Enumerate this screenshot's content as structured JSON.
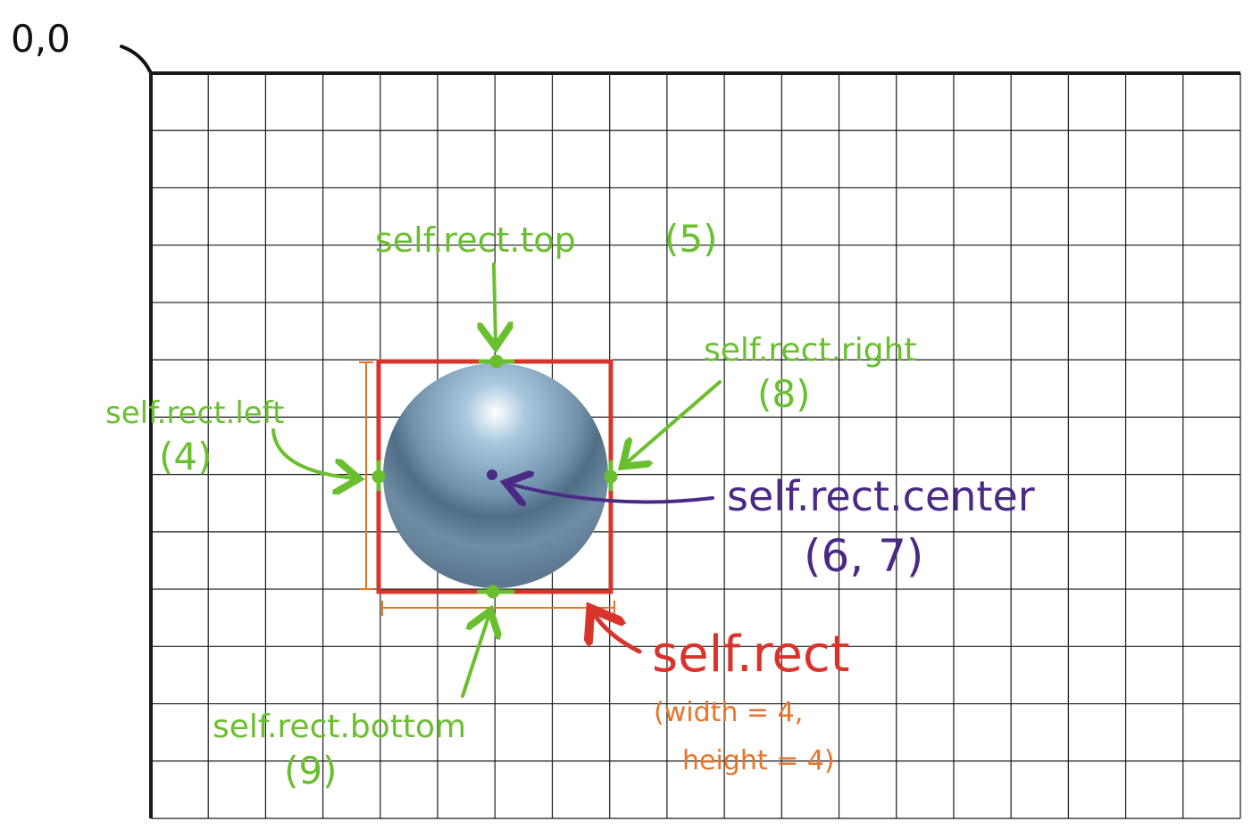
{
  "origin_label": "0,0",
  "grid": {
    "cols": 19,
    "rows": 13
  },
  "labels": {
    "top": {
      "text": "self.rect.top",
      "value": "(5)"
    },
    "left": {
      "text": "self.rect.left",
      "value": "(4)"
    },
    "right": {
      "text": "self.rect.right",
      "value": "(8)"
    },
    "bottom": {
      "text": "self.rect.bottom",
      "value": "(9)"
    },
    "center": {
      "text": "self.rect.center",
      "value": "(6, 7)"
    },
    "rect": {
      "text": "self.rect",
      "dims_line1": "(width = 4,",
      "dims_line2": "height = 4)"
    }
  },
  "colors": {
    "grid": "#1a1a1a",
    "green": "#6abf2f",
    "purple": "#4a2a85",
    "red": "#d9342b",
    "orange": "#e8742a",
    "ball": "#6b8aa3"
  }
}
